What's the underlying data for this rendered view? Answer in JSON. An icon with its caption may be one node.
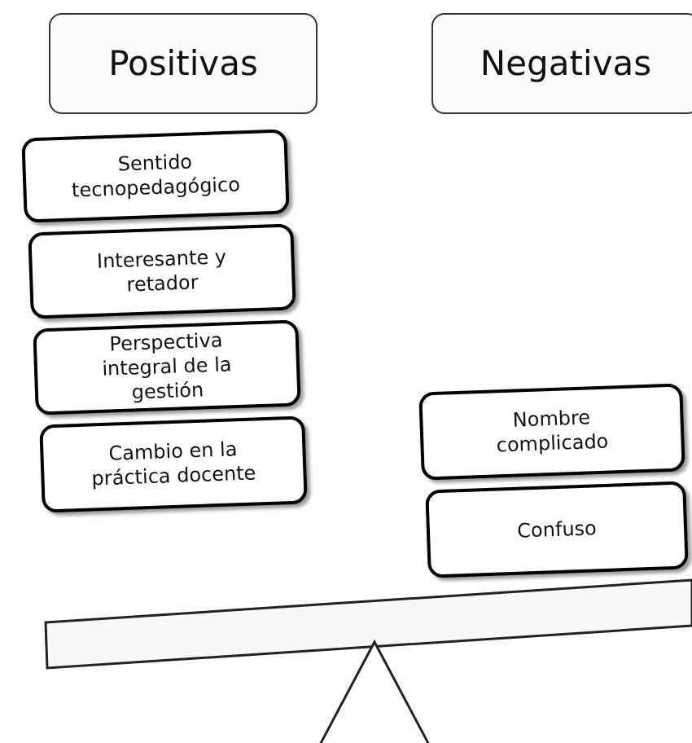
{
  "diagram": {
    "nodes": [
      {
        "text": [
          "Positivas"
        ]
      },
      {
        "text": [
          "Negativas"
        ]
      },
      {
        "text": [
          "Sentido tecnopedagógico"
        ]
      },
      {
        "text": [
          "Interesante y retador"
        ]
      },
      {
        "text": [
          "Perspectiva integral de la gestión"
        ]
      },
      {
        "text": [
          "Cambio en la práctica docente"
        ]
      },
      {
        "text": [
          "Nombre complicado"
        ]
      },
      {
        "text": [
          "Confuso"
        ]
      }
    ]
  }
}
